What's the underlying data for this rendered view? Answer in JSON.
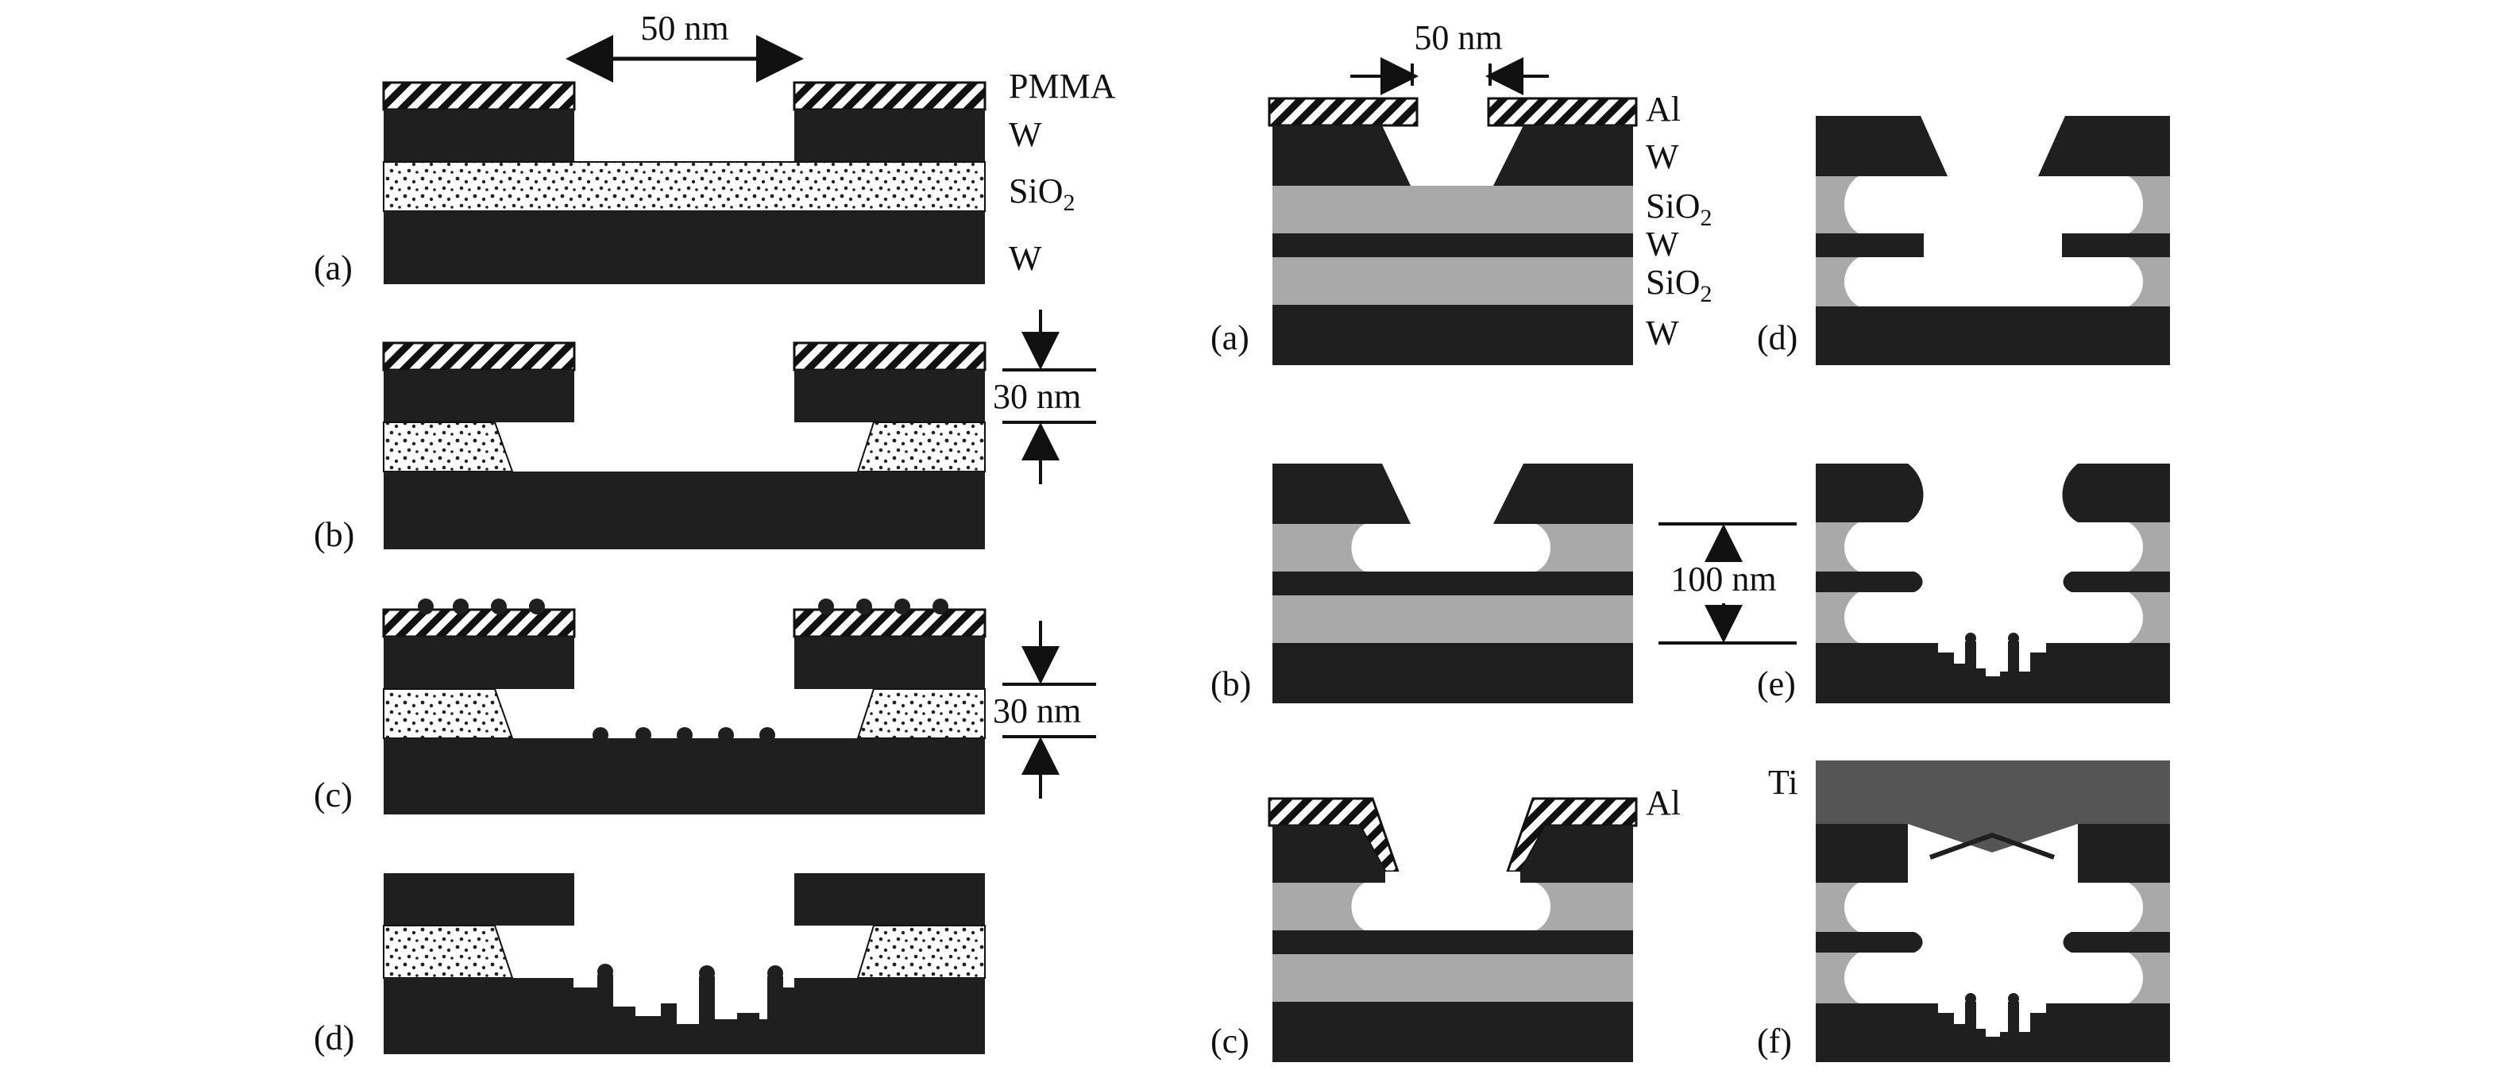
{
  "left_figure": {
    "top_dimension": "50 nm",
    "layer_labels": {
      "pmma": "PMMA",
      "w_top": "W",
      "sio2": "SiO",
      "sio2_sub": "2",
      "w_bottom": "W"
    },
    "gap_dimension_b": "30 nm",
    "gap_dimension_c": "30 nm",
    "panels": [
      "(a)",
      "(b)",
      "(c)",
      "(d)"
    ]
  },
  "right_figure": {
    "top_dimension": "50 nm",
    "layer_labels": {
      "al_top": "Al",
      "w1": "W",
      "sio2_1": "SiO",
      "sio2_1_sub": "2",
      "w2": "W",
      "sio2_2": "SiO",
      "sio2_2_sub": "2",
      "w3": "W",
      "al_c": "Al",
      "ti_f": "Ti"
    },
    "depth_dimension": "100 nm",
    "panels": [
      "(a)",
      "(b)",
      "(c)",
      "(d)",
      "(e)",
      "(f)"
    ]
  },
  "colors": {
    "metal": "#1f1f1f",
    "oxide_grey": "#a9a9a9",
    "ti_grey": "#555555"
  }
}
